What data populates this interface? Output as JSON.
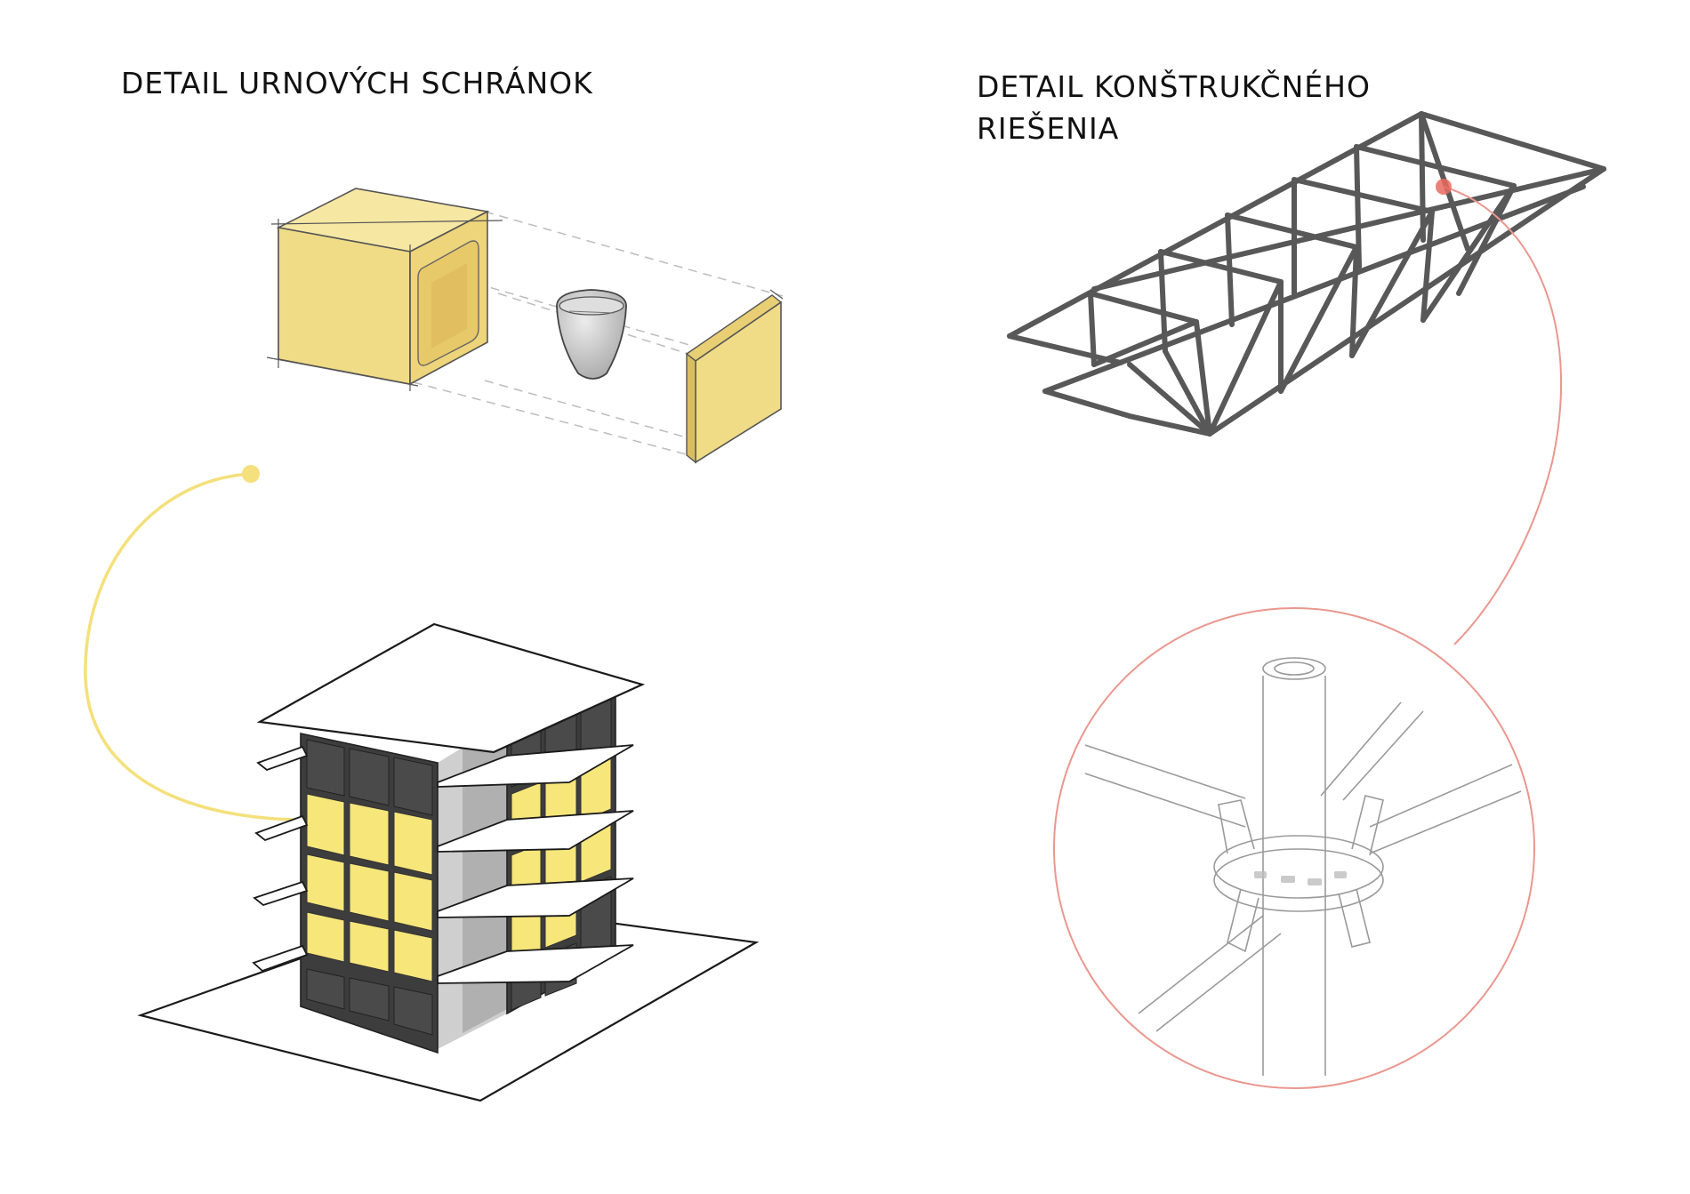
{
  "left_title": "DETAIL URNOVÝCH SCHRÁNOK",
  "right_title_line1": "DETAIL KONŠTRUKČNÉHO",
  "right_title_line2": "RIEŠENIA",
  "colors": {
    "box_yellow": "#f3df8a",
    "window_yellow": "#f7e679",
    "panel_dark": "#3d3d3d",
    "connector_yellow": "#f5e27a",
    "connector_red": "#e9908a",
    "truss_gray": "#555555",
    "urn_gray": "#cfcfcf"
  }
}
